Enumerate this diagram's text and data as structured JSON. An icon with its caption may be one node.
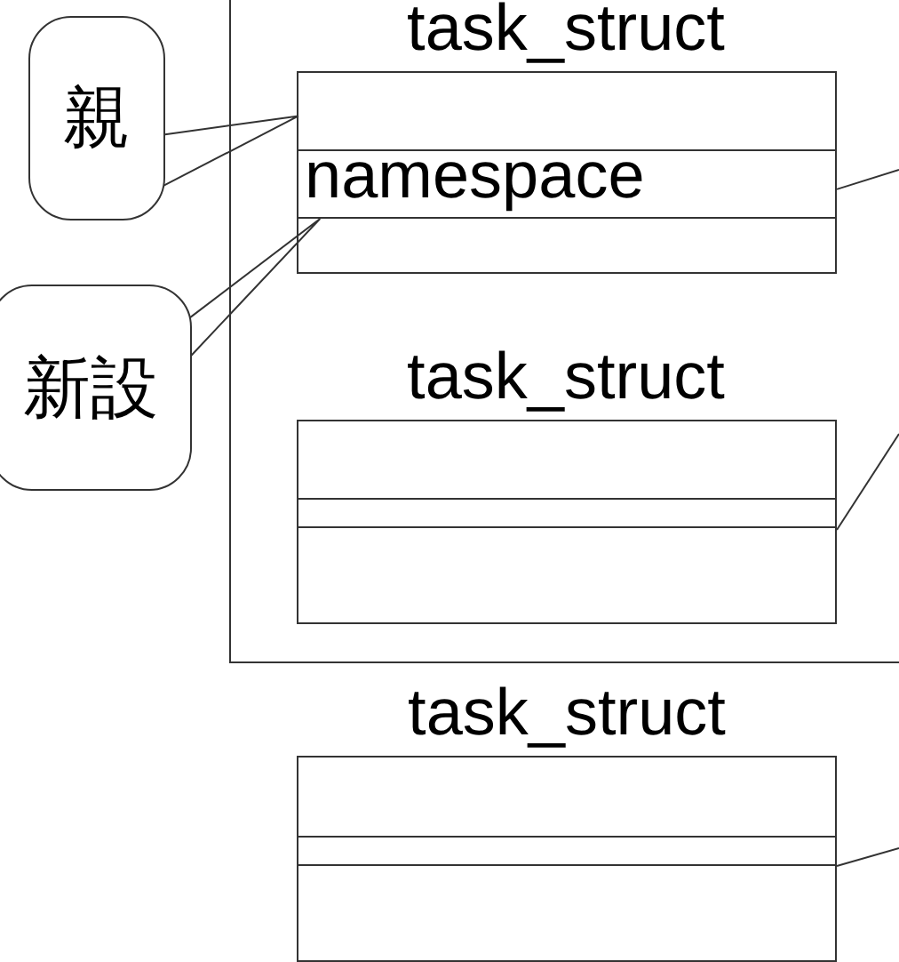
{
  "diagram": {
    "nodes": [
      {
        "text": [],
        "shape": "box"
      },
      {
        "text": [
          "task_struct"
        ],
        "in": 0
      },
      {
        "text": [
          "namespace"
        ],
        "in": 1
      },
      {
        "text": [
          "task_struct"
        ],
        "in": 0
      },
      {
        "text": [],
        "shape": "box",
        "in": 3
      },
      {
        "text": [
          "task_struct"
        ]
      },
      {
        "text": [],
        "shape": "box",
        "in": 5
      },
      {
        "text": [
          "親"
        ]
      },
      {
        "text": [
          "新設"
        ]
      }
    ],
    "edges": [
      {
        "from": 7,
        "to": 1,
        "arrow": "none"
      },
      {
        "from": 8,
        "to": 2,
        "arrow": "none"
      },
      {
        "from": 2,
        "to": null,
        "arrow": "none"
      },
      {
        "from": 4,
        "to": null,
        "arrow": "none"
      },
      {
        "from": 6,
        "to": null,
        "arrow": "none"
      }
    ]
  }
}
